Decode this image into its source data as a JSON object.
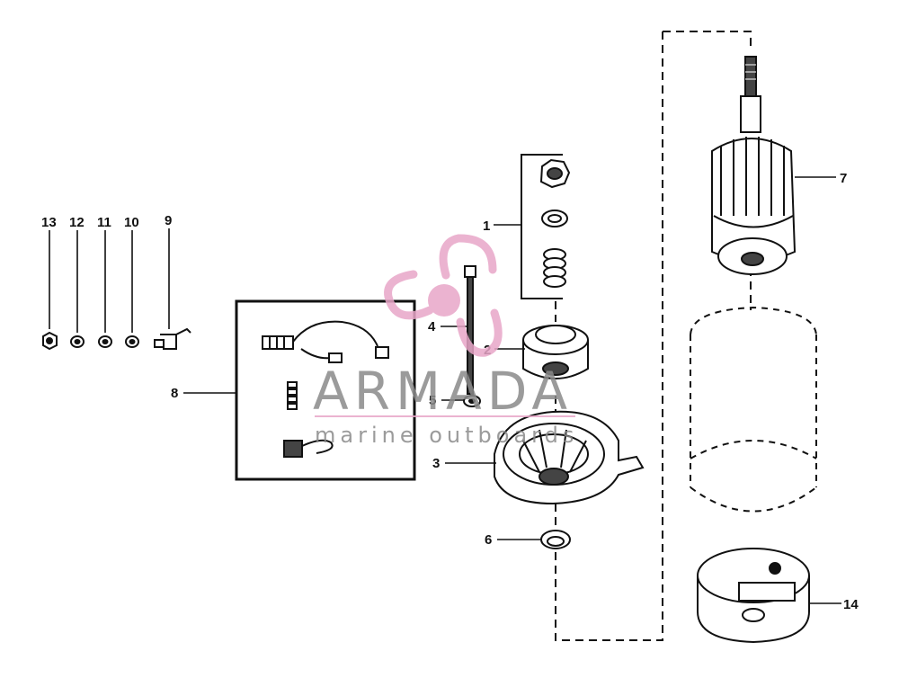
{
  "callouts": {
    "c1": "1",
    "c2": "2",
    "c3": "3",
    "c4": "4",
    "c5": "5",
    "c6": "6",
    "c7": "7",
    "c8": "8",
    "c9": "9",
    "c10": "10",
    "c11": "11",
    "c12": "12",
    "c13": "13",
    "c14": "14"
  },
  "watermark": {
    "brand": "ARMADA",
    "tagline": "marine outboards",
    "brand_color": "#8a8a8a",
    "accent_color": "#e8a6c8"
  },
  "colors": {
    "line": "#111111",
    "background": "#ffffff"
  }
}
